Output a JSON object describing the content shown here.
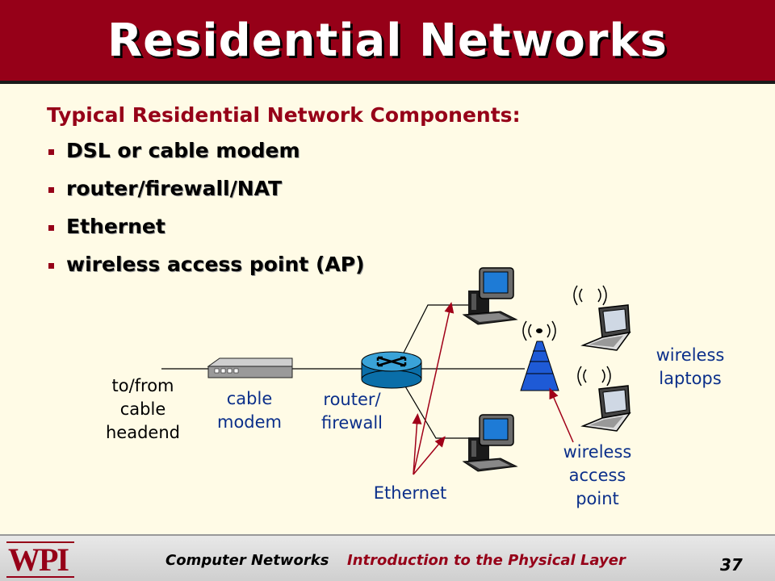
{
  "title": "Residential Networks",
  "subtitle": "Typical Residential Network Components:",
  "bullets": [
    "DSL or cable modem",
    "router/firewall/NAT",
    "Ethernet",
    "wireless access point (AP)"
  ],
  "labels": {
    "headend": [
      "to/from",
      "cable",
      "headend"
    ],
    "modem": [
      "cable",
      "modem"
    ],
    "router": [
      "router/",
      "firewall"
    ],
    "ethernet": "Ethernet",
    "ap": [
      "wireless",
      "access",
      "point"
    ],
    "laptops": [
      "wireless",
      "laptops"
    ]
  },
  "footer": {
    "logo": "WPI",
    "course": "Computer Networks",
    "topic": "Introduction to the Physical Layer",
    "page": "37"
  },
  "colors": {
    "title_bar": "#960018",
    "accent": "#960018",
    "background": "#fffbe6",
    "label_blue": "#0b2f8a"
  }
}
